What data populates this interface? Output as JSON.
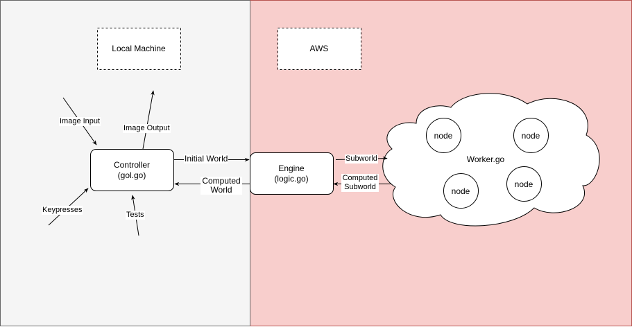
{
  "regions": {
    "local": {
      "label": "Local Machine",
      "fill": "#f5f5f5",
      "stroke": "#666666"
    },
    "aws": {
      "label": "AWS",
      "fill": "#f8cecc",
      "stroke": "#b85450"
    }
  },
  "nodes": {
    "controller": {
      "line1": "Controller",
      "line2": "(gol.go)"
    },
    "engine": {
      "line1": "Engine",
      "line2": "(logic.go)"
    },
    "cloud": {
      "label": "Worker.go"
    },
    "workers": [
      "node",
      "node",
      "node",
      "node"
    ]
  },
  "edges": {
    "image_input": "Image Input",
    "image_output": "Image Output",
    "keypresses": "Keypresses",
    "tests": "Tests",
    "initial_world": "Initial World",
    "computed_world_1": "Computed",
    "computed_world_2": "World",
    "subworld": "Subworld",
    "computed_subworld_1": "Computed",
    "computed_subworld_2": "Subworld"
  }
}
